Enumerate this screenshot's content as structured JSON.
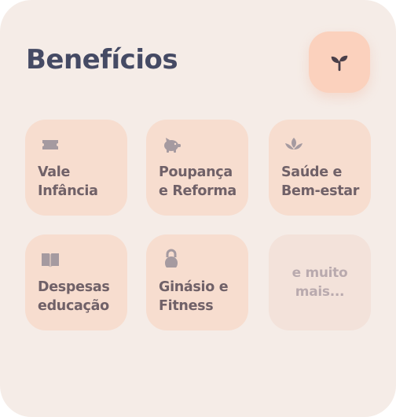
{
  "header": {
    "title": "Benefícios",
    "badge_icon": "sprout-icon"
  },
  "colors": {
    "card_bg": "#f5ece7",
    "tile_bg": "#f7ddcf",
    "badge_bg": "#fbd1bd",
    "title": "#454a64",
    "label": "#706168",
    "icon": "#a59aa0"
  },
  "benefits": [
    {
      "lines": [
        "Vale",
        "Infância"
      ],
      "icon": "ticket-icon"
    },
    {
      "lines": [
        "Poupança",
        "e Reforma"
      ],
      "icon": "piggy-bank-icon"
    },
    {
      "lines": [
        "Saúde e",
        "Bem-estar"
      ],
      "icon": "lotus-icon"
    },
    {
      "lines": [
        "Despesas",
        "educação"
      ],
      "icon": "book-icon"
    },
    {
      "lines": [
        "Ginásio e",
        "Fitness"
      ],
      "icon": "kettlebell-icon"
    },
    {
      "lines": [
        "e muito",
        "mais..."
      ],
      "icon": ""
    }
  ]
}
